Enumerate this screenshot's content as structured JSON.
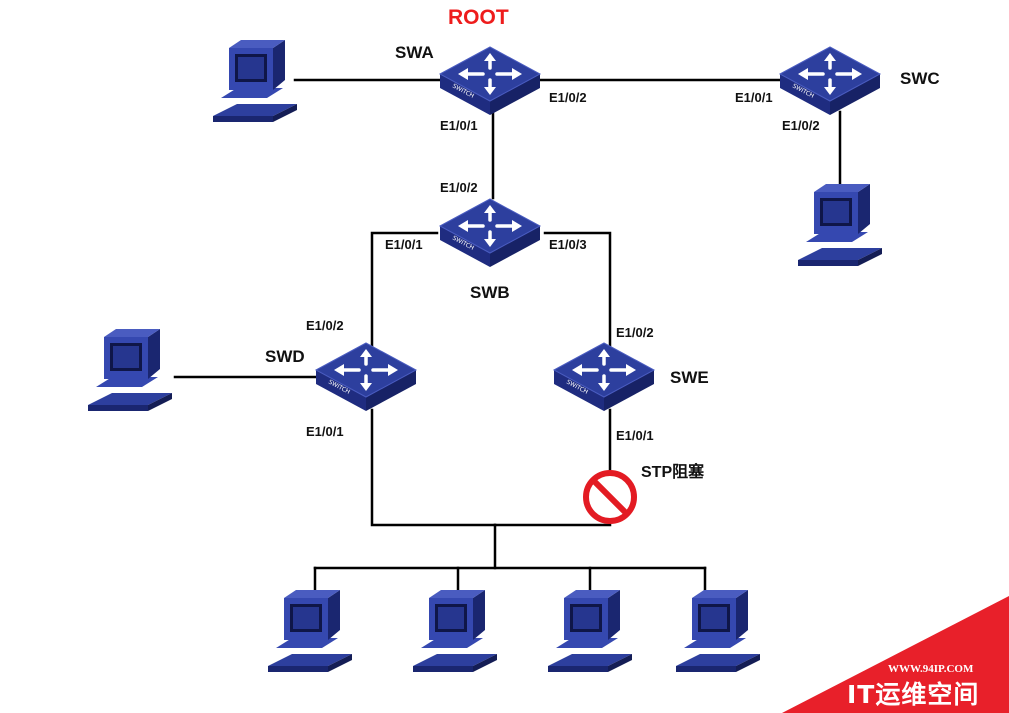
{
  "root_label": "ROOT",
  "colors": {
    "line": "#000000",
    "root": "#ee1c1c",
    "switch_top": "#2d3f9e",
    "switch_side": "#1a2670",
    "block": "#e31b23",
    "watermark": "#e8202a"
  },
  "switches": {
    "swa": {
      "name": "SWA",
      "chip": "SWITCH"
    },
    "swb": {
      "name": "SWB",
      "chip": "SWITCH"
    },
    "swc": {
      "name": "SWC",
      "chip": "SWITCH"
    },
    "swd": {
      "name": "SWD",
      "chip": "SWITCH"
    },
    "swe": {
      "name": "SWE",
      "chip": "SWITCH"
    }
  },
  "ports": {
    "swa_e101": "E1/0/1",
    "swa_e102": "E1/0/2",
    "swc_e101": "E1/0/1",
    "swc_e102": "E1/0/2",
    "swb_e102": "E1/0/2",
    "swb_e101": "E1/0/1",
    "swb_e103": "E1/0/3",
    "swd_e102": "E1/0/2",
    "swd_e101": "E1/0/1",
    "swe_e102": "E1/0/2",
    "swe_e101": "E1/0/1"
  },
  "stp_block_label": "STP阻塞",
  "icons": {
    "switch": "switch-icon",
    "pc": "computer-icon",
    "block": "blocked-icon"
  },
  "watermark": {
    "url": "WWW.94IP.COM",
    "name": "IT运维空间"
  }
}
